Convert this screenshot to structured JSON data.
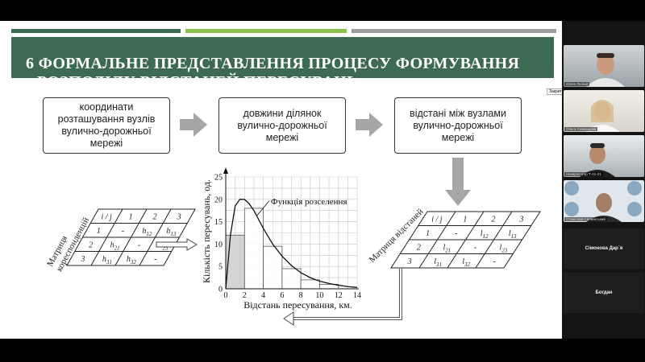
{
  "slide": {
    "title_line1": "6 ФОРМАЛЬНЕ ПРЕДСТАВЛЕННЯ ПРОЦЕСУ ФОРМУВАННЯ",
    "title_line2": "РОЗПОДІЛУ ВІДСТАНЕЙ ПЕРЕСУВАНЬ",
    "colors": {
      "accent": "#3d6b52",
      "bar_green": "#8bc34a",
      "bar_grey": "#9e9e9e",
      "arrow": "#a6a6a6"
    },
    "flow_boxes": [
      "координати\nрозташування вузлів\nвулично-дорожньої\nмережі",
      "довжини ділянок\nвулично-дорожньої\nмережі",
      "відстані між вузлами\nвулично-дорожньої\nмережі"
    ],
    "matrix_left": {
      "label": "Матриця\nкореспонденцій",
      "rows": [
        [
          "i / j",
          "1",
          "2",
          "3"
        ],
        [
          "1",
          "-",
          "h12",
          "h13"
        ],
        [
          "2",
          "h21",
          "-",
          "h23"
        ],
        [
          "3",
          "h31",
          "h32",
          "-"
        ]
      ]
    },
    "matrix_right": {
      "label": "Матриця відстаней",
      "rows": [
        [
          "i / j",
          "1",
          "2",
          "3"
        ],
        [
          "1",
          "-",
          "l12",
          "l13"
        ],
        [
          "2",
          "l21",
          "-",
          "l23"
        ],
        [
          "3",
          "l31",
          "l32",
          "-"
        ]
      ]
    },
    "chart_data": {
      "type": "bar",
      "xlabel": "Відстань пересування, км.",
      "ylabel": "Кількість пересувань, од.",
      "xlim": [
        0,
        14
      ],
      "ylim": [
        0,
        25
      ],
      "xticks": [
        0,
        2,
        4,
        6,
        8,
        10,
        12,
        14
      ],
      "yticks": [
        0,
        5,
        10,
        15,
        20,
        25
      ],
      "grid": true,
      "bars": [
        {
          "x0": 0,
          "x1": 2,
          "value": 12,
          "fill": true
        },
        {
          "x0": 2,
          "x1": 4,
          "value": 18,
          "fill": false
        },
        {
          "x0": 4,
          "x1": 6,
          "value": 9.5,
          "fill": false
        },
        {
          "x0": 6,
          "x1": 8,
          "value": 4.5,
          "fill": false
        },
        {
          "x0": 8,
          "x1": 10,
          "value": 2,
          "fill": false
        },
        {
          "x0": 10,
          "x1": 12,
          "value": 1,
          "fill": false
        }
      ],
      "curve": {
        "name": "Функція розселення",
        "x": [
          0,
          0.5,
          1,
          1.5,
          2,
          2.5,
          3,
          3.5,
          4,
          5,
          6,
          7,
          8,
          9,
          10,
          11,
          12,
          13,
          14
        ],
        "y": [
          0,
          12,
          18.5,
          20,
          20,
          19,
          17.5,
          15.5,
          13.5,
          10,
          7.3,
          5.2,
          3.6,
          2.5,
          1.7,
          1.2,
          0.8,
          0.5,
          0.3
        ]
      }
    }
  },
  "participants": {
    "closed_label": "Закрити",
    "tiles": [
      {
        "name": "Євген Любий"
      },
      {
        "name": "Ольга Семенцова"
      },
      {
        "name": "Назаров Ігор Т-41-21"
      },
      {
        "name": "Станіслав Салмінський"
      }
    ],
    "name_only": [
      "Сімонова Дар`я",
      "Богдан"
    ]
  }
}
